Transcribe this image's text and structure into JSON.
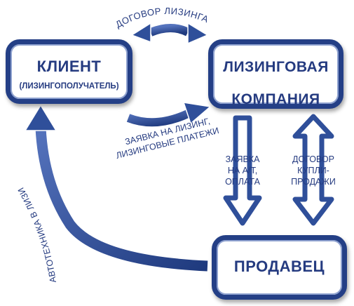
{
  "nodes": {
    "client": {
      "title": "КЛИЕНТ",
      "subtitle": "(ЛИЗИНГОПОЛУЧАТЕЛЬ)"
    },
    "leasing_company": {
      "title_line1": "ЛИЗИНГОВАЯ",
      "title_line2": "КОМПАНИЯ"
    },
    "seller": {
      "title": "ПРОДАВЕЦ"
    }
  },
  "edges": {
    "lease_agreement": {
      "label": "ДОГОВОР ЛИЗИНГА"
    },
    "application_payments": {
      "line1": "ЗАЯВКА НА ЛИЗИНГ,",
      "line2": "ЛИЗИНГОВЫЕ ПЛАТЕЖИ"
    },
    "vehicle_order": {
      "line1": "ЗАЯВКА",
      "line2": "НА А/Т,",
      "line3": "ОПЛАТА"
    },
    "purchase_contract": {
      "line1": "ДОГОВОР",
      "line2": "КУПЛИ-",
      "line3": "ПРОДАЖИ"
    },
    "vehicle_lease": {
      "label": "АВТОТЕХНИКА В ЛИЗИНГ"
    }
  },
  "colors": {
    "arrow_fill": "#2f4f9a",
    "arrow_dark": "#1f3a7e",
    "text": "#253b80",
    "border": "#243f86"
  }
}
